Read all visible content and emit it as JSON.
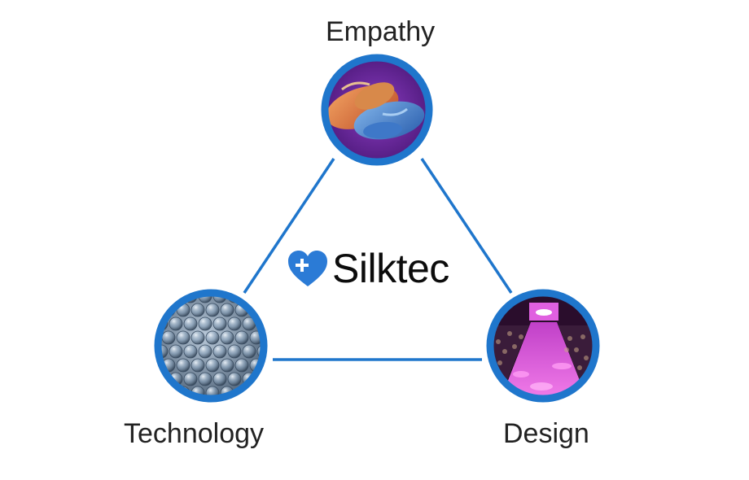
{
  "nodes": {
    "empathy": {
      "label": "Empathy",
      "picture": "holding-hands-painted-photo"
    },
    "technology": {
      "label": "Technology",
      "picture": "bubble-wrap-texture-photo"
    },
    "design": {
      "label": "Design",
      "picture": "fashion-runway-photo"
    }
  },
  "brand": {
    "name": "Silktec",
    "icon": "heart-plus-icon",
    "icon_color": "#2b7bd6"
  },
  "colors": {
    "connector": "#1f76cc",
    "ring": "#1f76cc"
  }
}
